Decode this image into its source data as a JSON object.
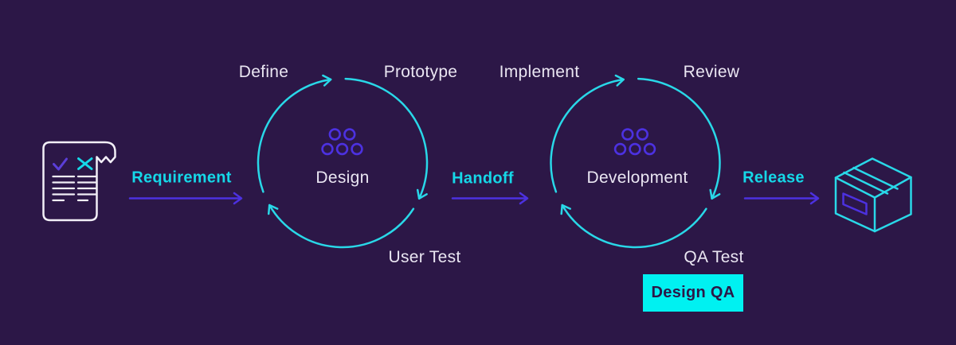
{
  "title": "Design and development workflow diagram",
  "colors": {
    "background": "#2C1747",
    "cycle_cyan": "#29D8E8",
    "label_cyan": "#15D8E8",
    "badge_cyan": "#00F1F1",
    "arrow_purple": "#4C31E0",
    "text_white": "#EAE6F2",
    "badge_text": "#2C1747"
  },
  "flow": {
    "document": {
      "icon": "document-icon"
    },
    "requirement": {
      "label": "Requirement"
    },
    "design_cycle": {
      "label": "Design",
      "icon": "dots-cluster-icon",
      "steps": {
        "top_left": "Define",
        "top_right": "Prototype",
        "bottom": "User Test"
      }
    },
    "handoff": {
      "label": "Handoff"
    },
    "development_cycle": {
      "label": "Development",
      "icon": "dots-cluster-icon",
      "steps": {
        "top_left": "Implement",
        "top_right": "Review",
        "bottom": "QA Test"
      }
    },
    "release": {
      "label": "Release"
    },
    "package": {
      "icon": "package-box-icon"
    },
    "badge": {
      "label": "Design QA"
    }
  }
}
